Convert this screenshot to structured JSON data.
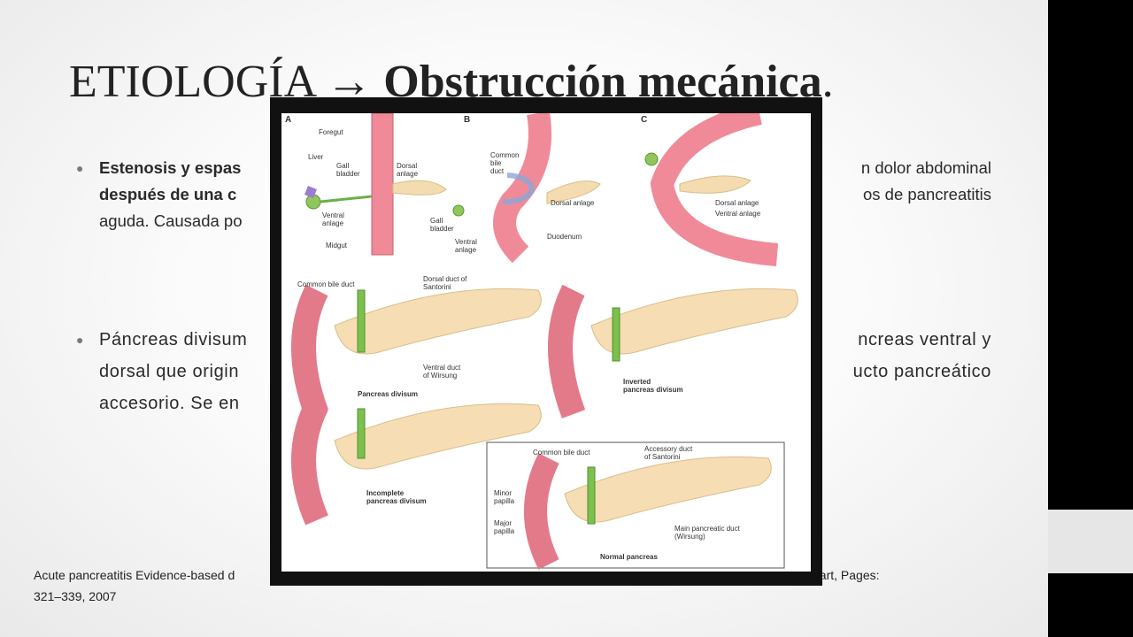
{
  "slide": {
    "title_plain": "ETIOLOGÍA ",
    "title_arrow": "→",
    "title_bold": " Obstrucción mecánica",
    "title_period": ".",
    "bullet1": {
      "bold_a": "Estenosis y espas",
      "right_a": "n dolor abdominal",
      "bold_b": "después de una c",
      "right_b": "os de pancreatitis",
      "line_c": "aguda. Causada po"
    },
    "bullet2": {
      "a_left": "Páncreas divisum",
      "a_right": "ncreas ventral y",
      "b_left": "dorsal que origin",
      "b_right": "ucto pancreático",
      "c_left": "accesorio.  Se en"
    },
    "citation": {
      "left": "Acute pancreatitis Evidence-based d",
      "right": "part, Pages:",
      "line2": "321–339, 2007"
    }
  },
  "figure": {
    "panel_a": "A",
    "panel_b": "B",
    "panel_c": "C",
    "foregut": "Foregut",
    "liver": "Liver",
    "gall_bladder_a": "Gall\nbladder",
    "dorsal_anlage_a": "Dorsal\nanlage",
    "ventral_anlage_a": "Ventral\nanlage",
    "midgut": "Midgut",
    "common_bile_duct_b": "Common\nbile\nduct",
    "dorsal_anlage_b": "Dorsal anlage",
    "gall_bladder_b": "Gall\nbladder",
    "ventral_anlage_b": "Ventral\nanlage",
    "duodenum": "Duodenum",
    "dorsal_anlage_c": "Dorsal anlage",
    "ventral_anlage_c": "Ventral anlage",
    "cbd_1": "Common bile duct",
    "santorini_1": "Dorsal duct of\nSantorini",
    "wirsung_1": "Ventral duct\nof Wirsung",
    "pancreas_divisum": "Pancreas divisum",
    "inverted_pd": "Inverted\npancreas divisum",
    "incomplete_pd": "Incomplete\npancreas divisum",
    "cbd_normal": "Common bile duct",
    "accessory_duct": "Accessory duct\nof Santorini",
    "minor_papilla": "Minor\npapilla",
    "major_papilla": "Major\npapilla",
    "main_duct": "Main pancreatic duct\n(Wirsung)",
    "normal_pancreas": "Normal pancreas"
  }
}
